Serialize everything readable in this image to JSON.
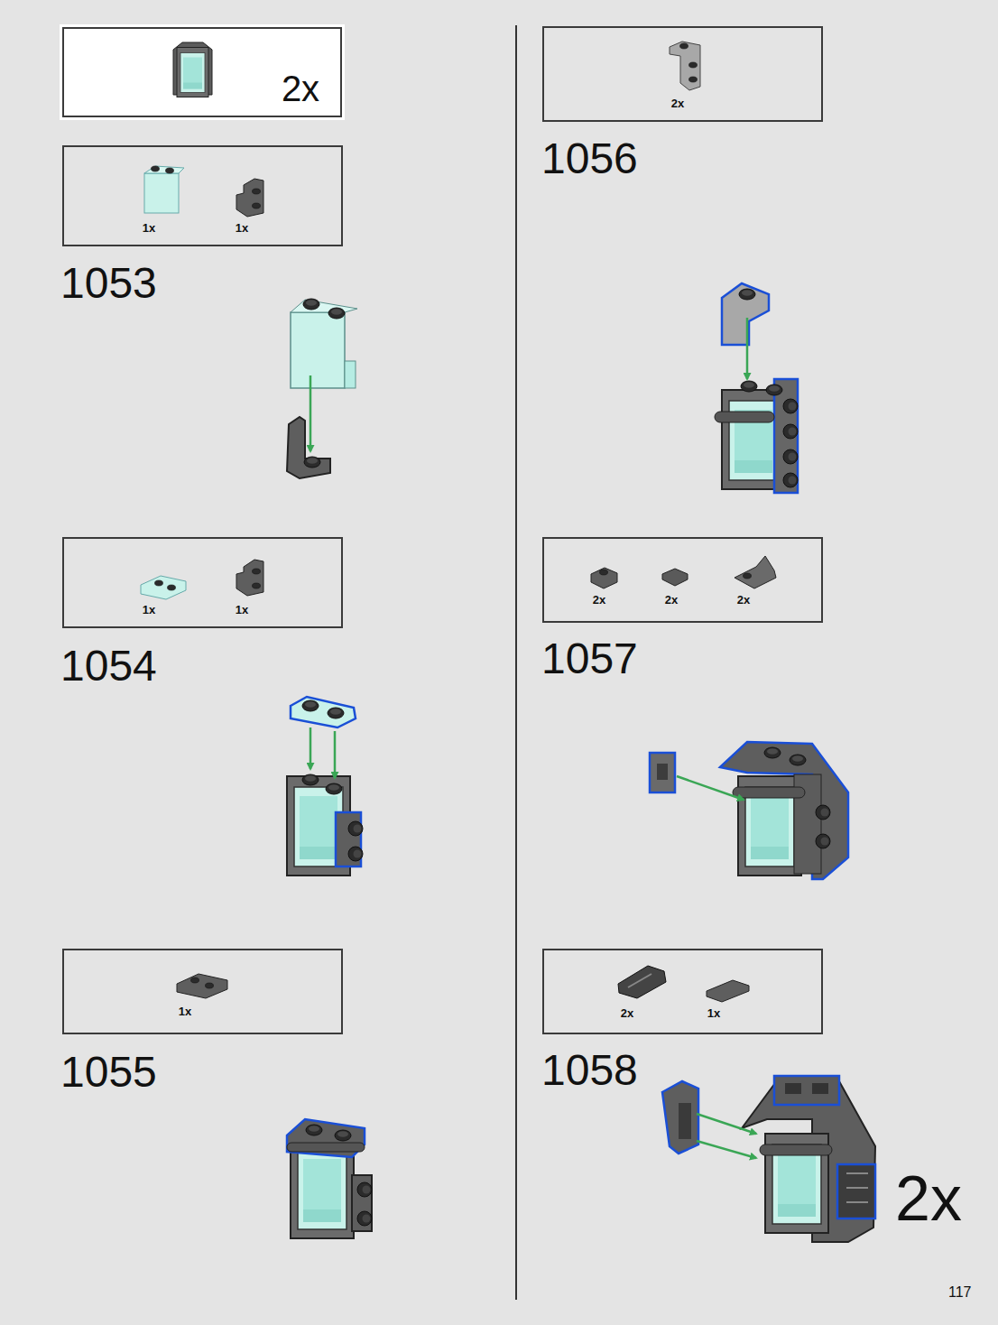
{
  "diagram": {
    "nodes": [
      {
        "text": [
          "2x"
        ]
      },
      {
        "text": [
          "1x",
          "1x"
        ]
      },
      {
        "text": [
          "1x",
          "1x"
        ]
      },
      {
        "text": [
          "1x"
        ]
      },
      {
        "text": [
          "2x"
        ]
      },
      {
        "text": [
          "2x",
          "2x",
          "2x"
        ]
      },
      {
        "text": [
          "2x",
          "1x"
        ]
      }
    ],
    "labels": [
      "1053",
      "1054",
      "1055",
      "1056",
      "1057",
      "1058",
      "2x",
      "117"
    ]
  }
}
